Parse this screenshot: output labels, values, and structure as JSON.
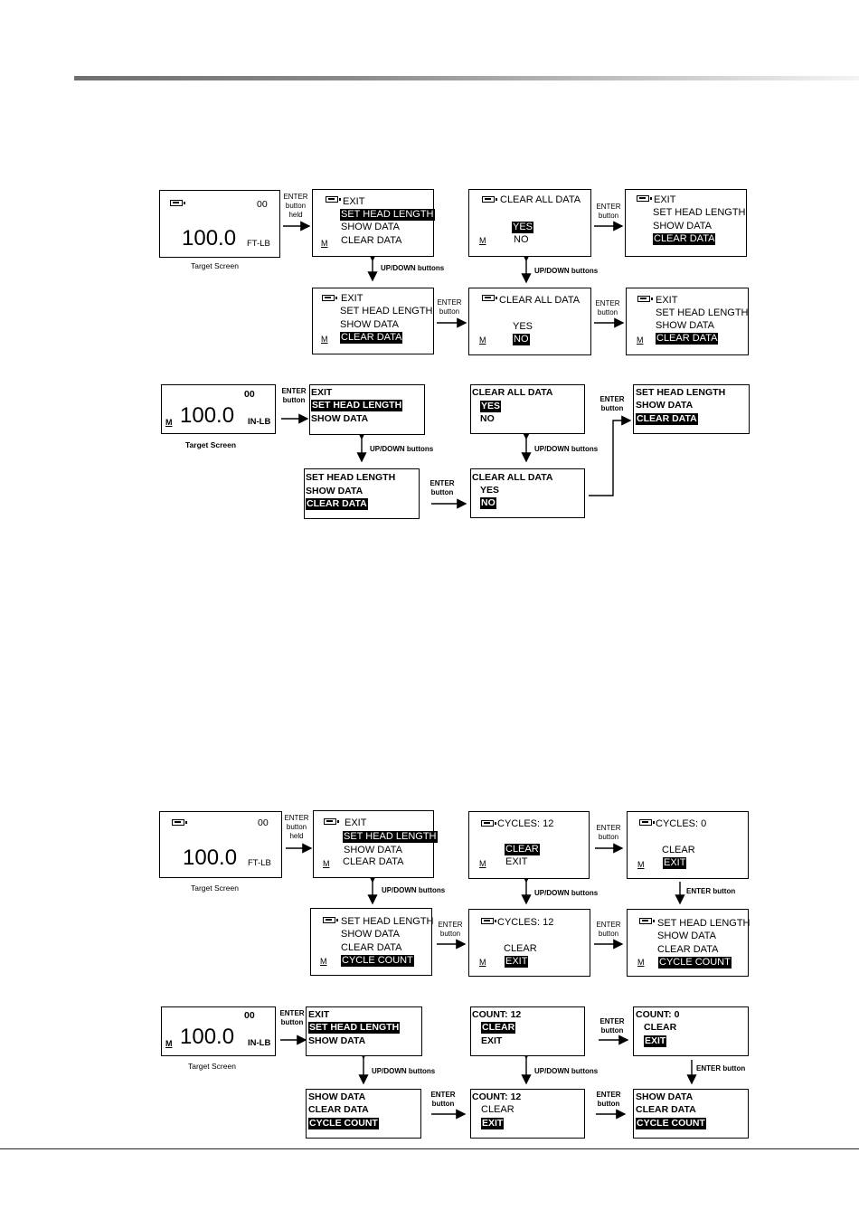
{
  "labels": {
    "target_screen": "Target Screen",
    "enter_held": [
      "ENTER",
      "button",
      "held"
    ],
    "enter_button": [
      "ENTER",
      "button"
    ],
    "enter_button_inline": "ENTER button",
    "updown": "UP/DOWN buttons"
  },
  "display": {
    "count_00": "00",
    "value": "100.0",
    "unit_ftlb": "FT-LB",
    "unit_inlb": "IN-LB",
    "mode": "M"
  },
  "menu": {
    "exit": "EXIT",
    "set_head_length": "SET HEAD LENGTH",
    "show_data": "SHOW DATA",
    "clear_data": "CLEAR DATA",
    "cycle_count": "CYCLE COUNT"
  },
  "confirm": {
    "clear_all_data": "CLEAR ALL DATA",
    "yes": "YES",
    "no": "NO"
  },
  "cycles": {
    "cycles_12": "CYCLES:  12",
    "cycles_0": "CYCLES:  0",
    "count_12": "COUNT: 12",
    "count_0": "COUNT: 0",
    "clear": "CLEAR",
    "exit": "EXIT"
  }
}
